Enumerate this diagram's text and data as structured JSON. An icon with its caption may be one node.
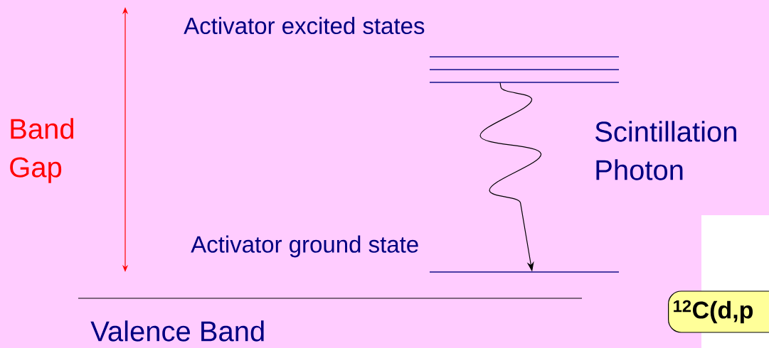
{
  "diagram": {
    "nodes": [
      {
        "text": [],
        "shape": "bar"
      },
      {
        "text": [],
        "shape": "bar"
      },
      {
        "text": [],
        "shape": "bar"
      },
      {
        "text": [],
        "shape": "bar"
      },
      {
        "text": [
          "$^{12}$C(d,p"
        ]
      }
    ],
    "edges": [
      {
        "from": 2,
        "to": 3,
        "arrow": "to"
      }
    ],
    "labels": [
      "Activator excited states",
      "Band Gap",
      "Scintillation Photon",
      "Activator ground state",
      "Valence Band"
    ]
  }
}
